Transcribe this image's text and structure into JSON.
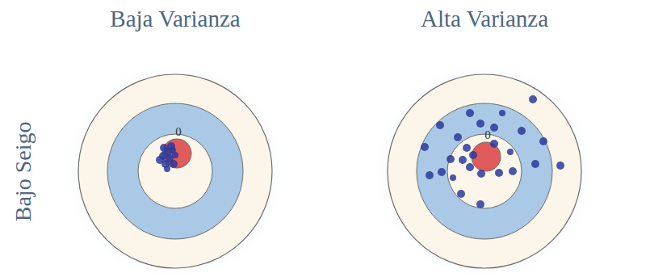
{
  "diagram": {
    "labels": [
      "Baja Varianza",
      "Alta Varianza",
      "Bajo Seigo",
      "0",
      "0"
    ]
  }
}
